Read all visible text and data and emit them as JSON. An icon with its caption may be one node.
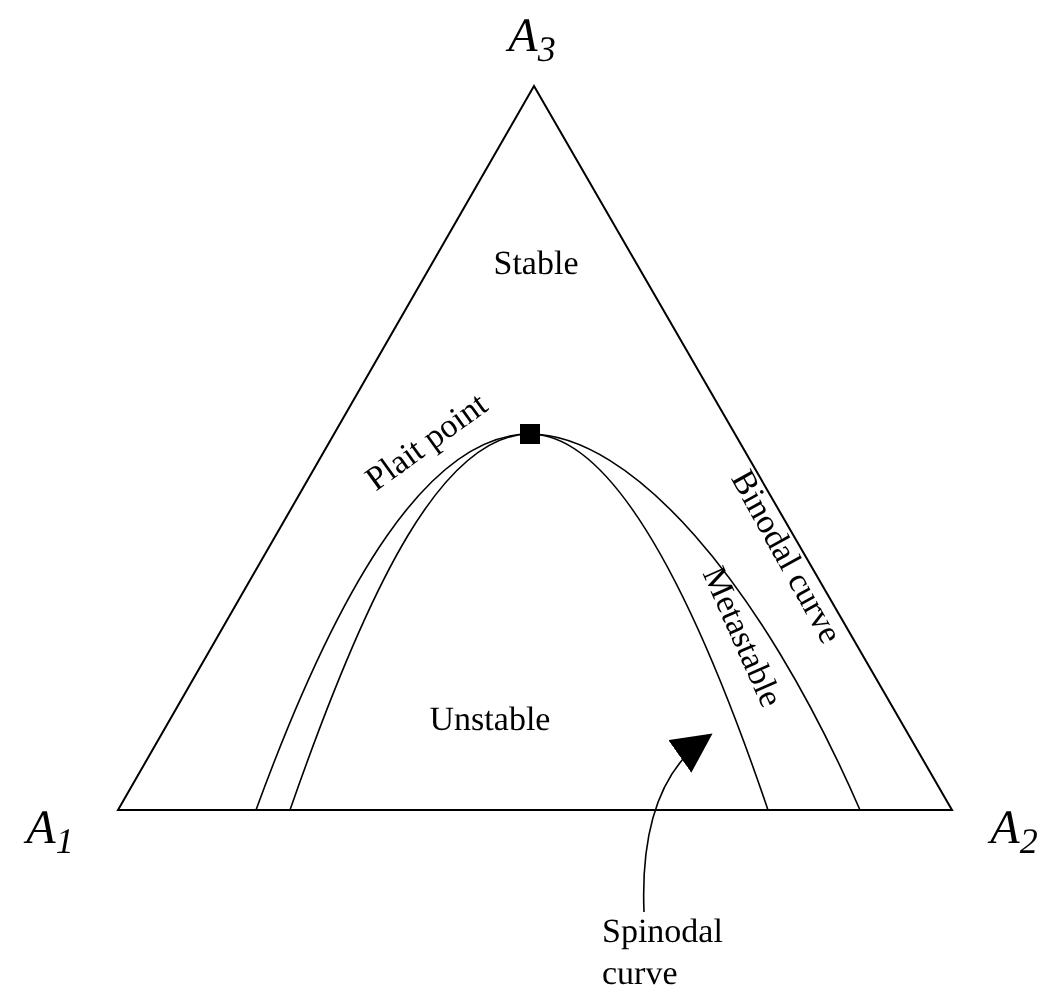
{
  "diagram": {
    "nodes": [
      {
        "text": [
          "Spinodal curve"
        ]
      },
      {
        "text": [],
        "shape": "curve"
      }
    ],
    "edges": [
      {
        "from": 0,
        "to": 1,
        "arrow": "to"
      }
    ],
    "labels": [
      "A$_{3}$",
      "Stable",
      "Plait point",
      "Binodal curve",
      "Metastable",
      "Unstable",
      "A$_{1}$",
      "A$_{2}$"
    ]
  }
}
